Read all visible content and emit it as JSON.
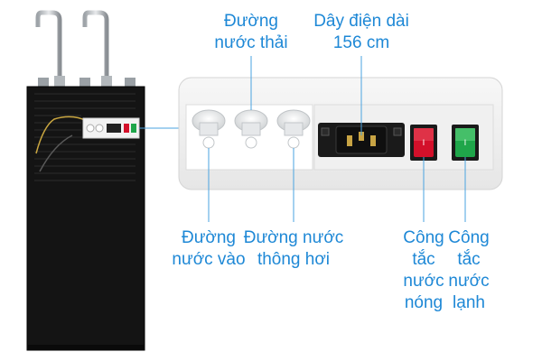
{
  "colors": {
    "label_blue": "#1e88d6",
    "leader_line": "#4aa3e0",
    "cabinet": "#141414",
    "panel_bg": "#f2f2f2",
    "switch_red": "#d3102a",
    "switch_green": "#1fa64a"
  },
  "labels": {
    "waste_water": [
      "Đường",
      "nước thải"
    ],
    "power_cord": [
      "Dây điện dài",
      "156 cm"
    ],
    "water_in": [
      "Đường",
      "nước vào"
    ],
    "vent_water": [
      "Đường nước",
      "thông hơi"
    ],
    "hot_switch": [
      "Công",
      "tắc",
      "nước",
      "nóng"
    ],
    "cold_switch": [
      "Công",
      "tắc",
      "nước",
      "lạnh"
    ]
  },
  "icons": {
    "faucets": "faucet-icon",
    "power_socket": "power-socket-icon",
    "hot_switch": "rocker-switch-icon",
    "cold_switch": "rocker-switch-icon"
  }
}
